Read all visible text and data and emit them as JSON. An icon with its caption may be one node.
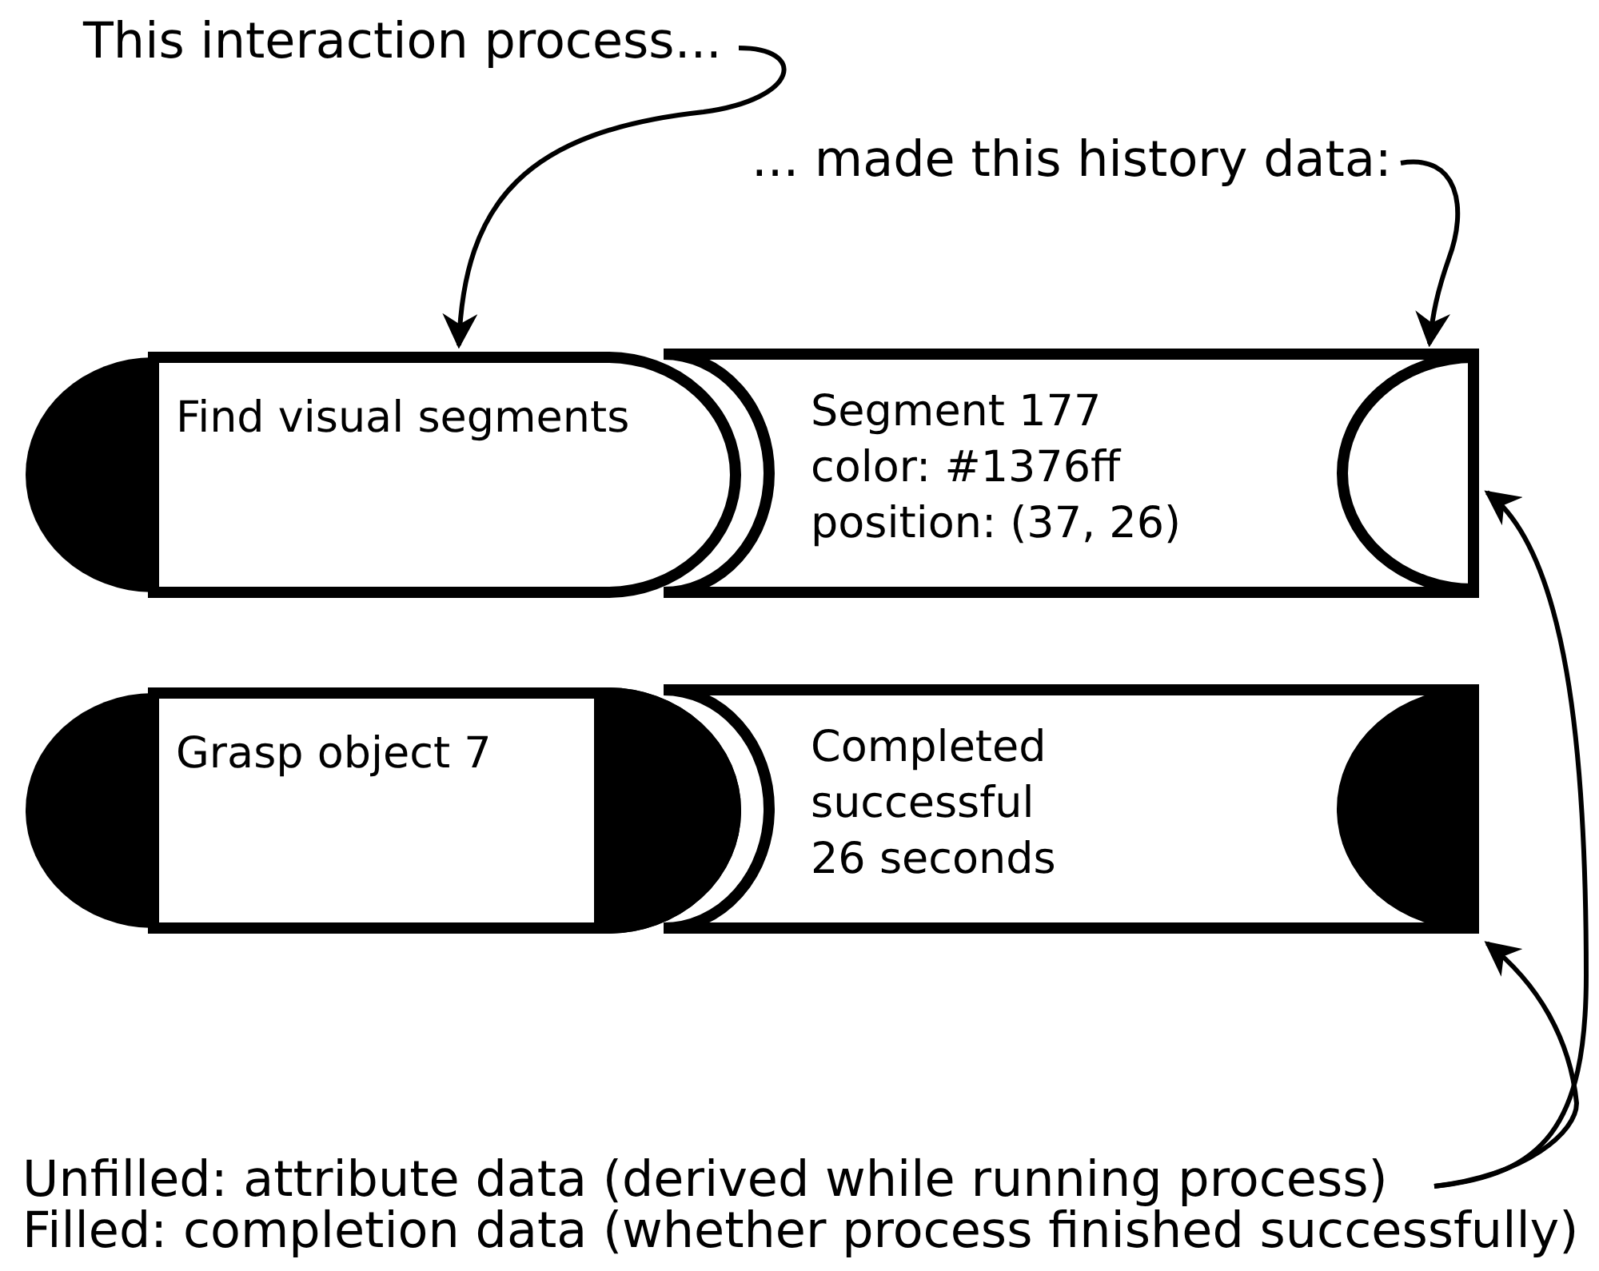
{
  "diagram": {
    "nodes": [
      {
        "text": [
          "This interaction process..."
        ]
      },
      {
        "text": [
          "... made this history data:"
        ]
      },
      {
        "text": [
          "Find visual segments"
        ]
      },
      {
        "text": [
          "Segment 177",
          "color: #1376ff",
          "position: (37, 26)"
        ]
      },
      {
        "text": [
          "Grasp object 7"
        ]
      },
      {
        "text": [
          "Completed",
          "successful",
          "26 seconds"
        ]
      },
      {
        "text": [
          "Unfilled: attribute data (derived while running process)"
        ]
      }
    ],
    "edges": [
      {
        "from": 0,
        "to": 2,
        "arrow": "to"
      },
      {
        "from": 1,
        "to": 3,
        "arrow": "to"
      },
      {
        "from": 6,
        "to": 3,
        "arrow": "to"
      },
      {
        "from": 6,
        "to": 5,
        "arrow": "to"
      }
    ],
    "labels": [
      "Filled: completion data (whether process finished successfully)"
    ]
  }
}
